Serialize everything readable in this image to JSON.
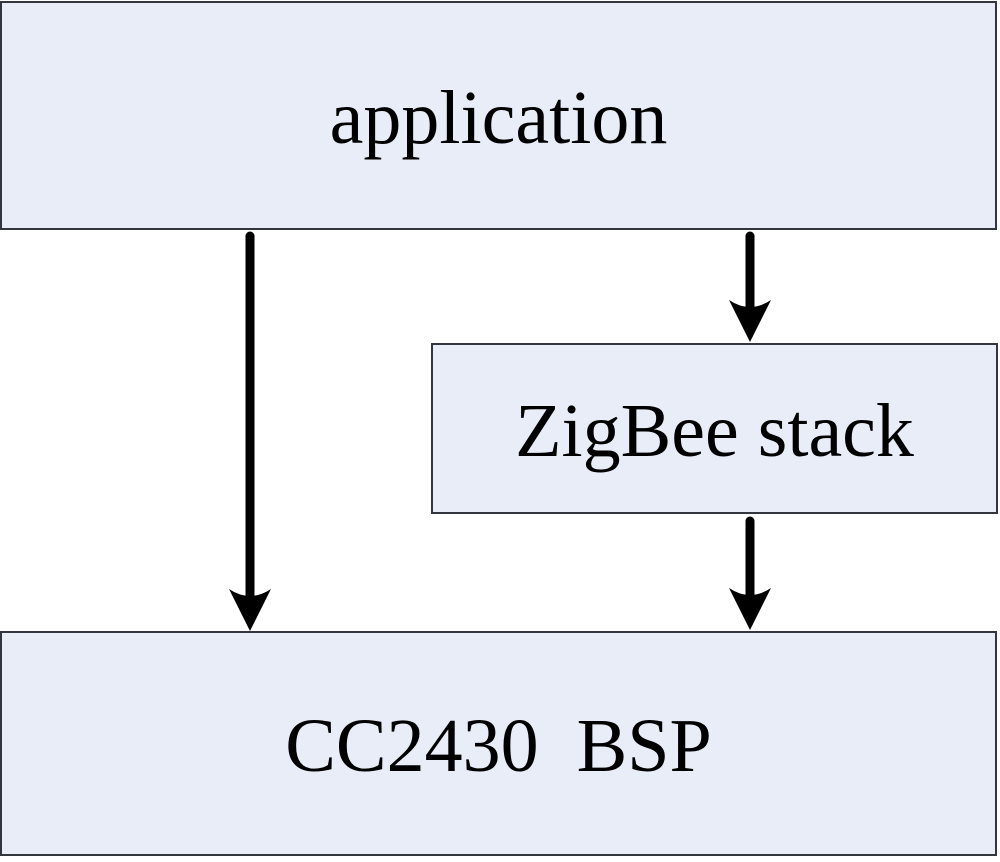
{
  "diagram": {
    "type": "block-diagram",
    "description_visible_text_only": "software layer diagram",
    "nodes": {
      "application": {
        "id": "application",
        "label": "application"
      },
      "zigbee_stack": {
        "id": "zigbee_stack",
        "label": "ZigBee stack"
      },
      "cc2430_bsp": {
        "id": "cc2430_bsp",
        "label": "CC2430  BSP"
      }
    },
    "edges": [
      {
        "from": "application",
        "to": "cc2430_bsp",
        "style": "solid-arrow-down"
      },
      {
        "from": "application",
        "to": "zigbee_stack",
        "style": "solid-arrow-down"
      },
      {
        "from": "zigbee_stack",
        "to": "cc2430_bsp",
        "style": "solid-arrow-down"
      }
    ],
    "colors": {
      "node_fill": "#E8EDF8",
      "node_border": "#33373d",
      "arrow": "#000000",
      "background": "#FFFFFF",
      "text": "#000000"
    }
  }
}
